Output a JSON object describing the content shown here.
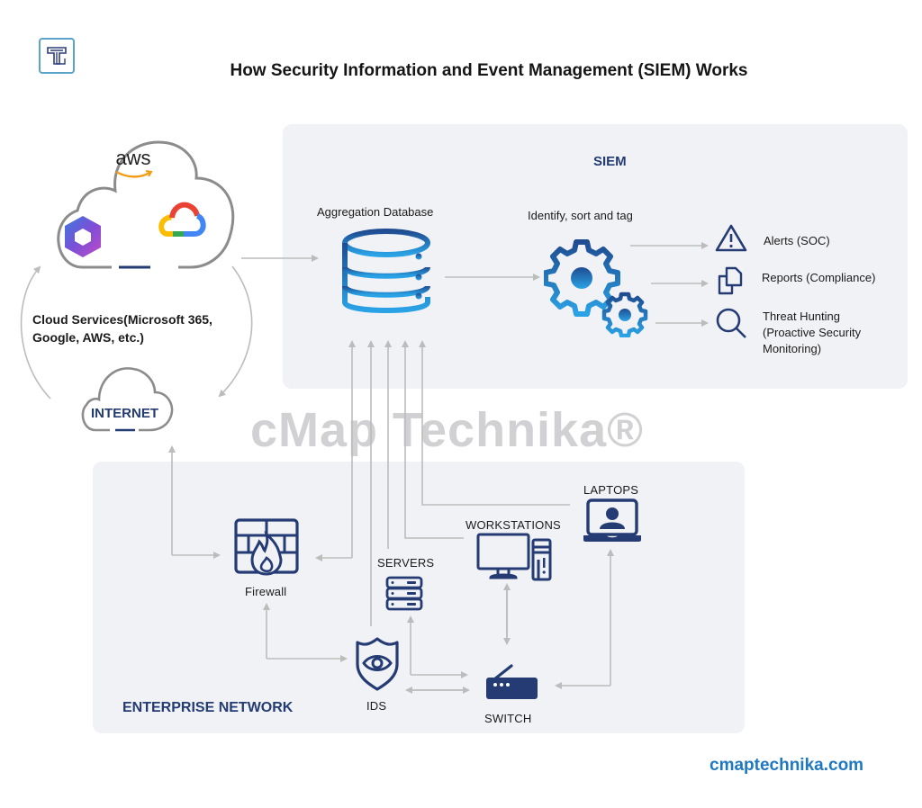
{
  "title": "How Security Information and Event Management (SIEM) Works",
  "logo": {
    "icon": "cmap-technika-logo-icon"
  },
  "cloud_services": {
    "label": "Cloud Services(Microsoft  365, Google, AWS, etc.)",
    "label_line1": "Cloud Services(Microsoft  365,",
    "label_line2": "Google, AWS, etc.)",
    "icons": [
      "aws-logo-icon",
      "microsoft-365-logo-icon",
      "google-cloud-logo-icon"
    ],
    "aws_text": "aws"
  },
  "internet": {
    "label": "INTERNET",
    "icon": "cloud-icon"
  },
  "siem": {
    "heading": "SIEM",
    "aggregation": {
      "label": "Aggregation Database",
      "icon": "database-icon"
    },
    "process": {
      "label": "Identify, sort and tag",
      "icon": "gears-icon"
    },
    "outputs": [
      {
        "label": "Alerts (SOC)",
        "icon": "warning-triangle-icon"
      },
      {
        "label": "Reports (Compliance)",
        "icon": "documents-icon"
      },
      {
        "label_line1": "Threat Hunting",
        "label_line2": "(Proactive Security",
        "label_line3": "Monitoring)",
        "icon": "magnifier-icon"
      }
    ]
  },
  "enterprise": {
    "heading": "ENTERPRISE NETWORK",
    "nodes": {
      "firewall": {
        "label": "Firewall",
        "icon": "firewall-icon"
      },
      "servers": {
        "label": "SERVERS",
        "icon": "server-rack-icon"
      },
      "workstations": {
        "label": "WORKSTATIONS",
        "icon": "desktop-computer-icon"
      },
      "laptops": {
        "label": "LAPTOPS",
        "icon": "laptop-user-icon"
      },
      "ids": {
        "label": "IDS",
        "icon": "shield-eye-icon"
      },
      "switch": {
        "label": "SWITCH",
        "icon": "network-switch-icon"
      }
    }
  },
  "watermark": "cMap Technika®",
  "footer_url": "cmaptechnika.com",
  "colors": {
    "navy": "#243b73",
    "blue_light": "#2aa3e6",
    "blue_dark": "#1f4c91",
    "arrow": "#bcbcbc",
    "panel": "#f1f2f6",
    "url": "#1f78c1"
  }
}
